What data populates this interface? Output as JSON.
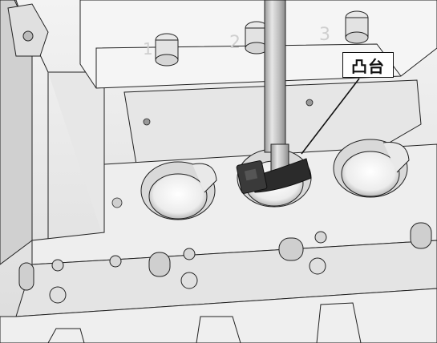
{
  "callout": {
    "label": "凸台"
  },
  "engraved_numbers": [
    "1",
    "2",
    "3"
  ],
  "colors": {
    "background": "#ffffff",
    "surface_light": "#f1f1f1",
    "surface_mid": "#e2e2e2",
    "surface_dark": "#c9c9c9",
    "line": "#1a1a1a",
    "tie_strap": "#2b2b2b"
  }
}
